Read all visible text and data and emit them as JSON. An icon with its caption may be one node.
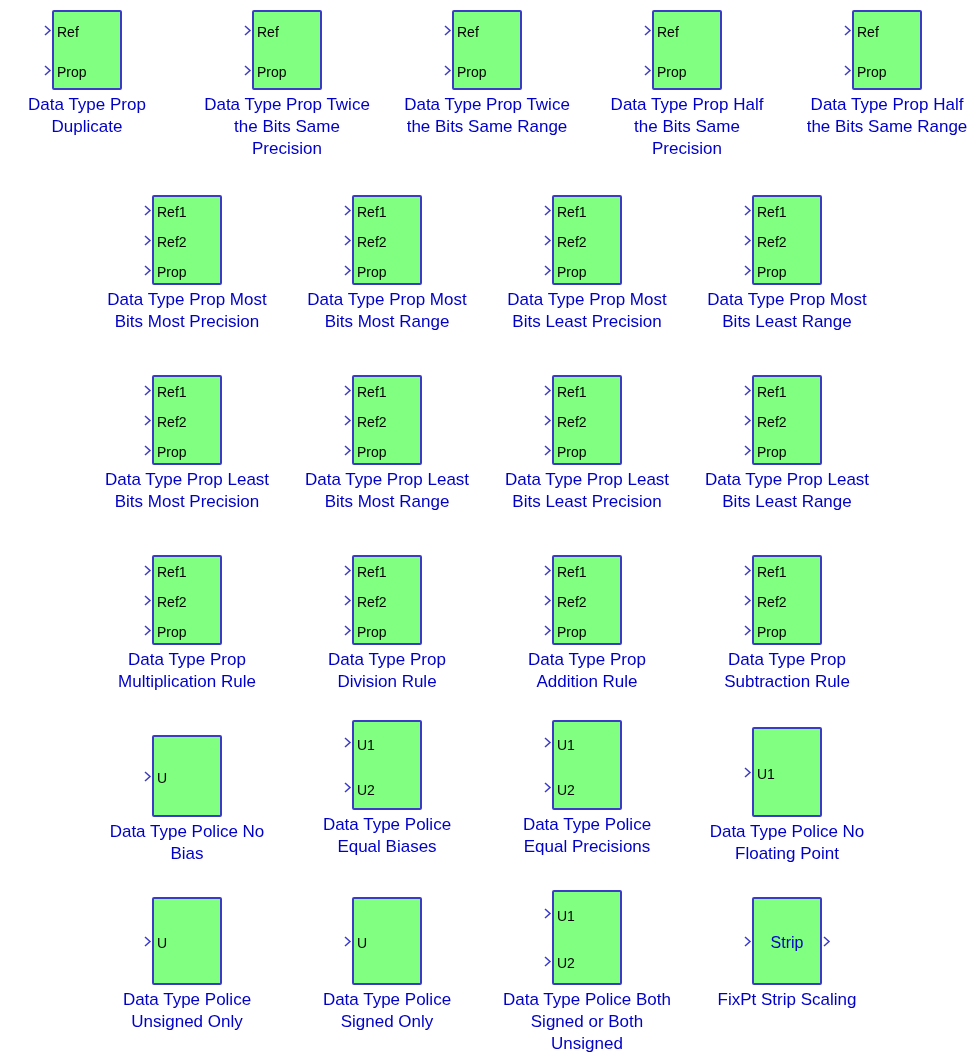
{
  "diagram": {
    "nodes": [
      {
        "text": [
          "Ref",
          "Prop"
        ],
        "beside": [
          "Data Type Prop Duplicate"
        ]
      },
      {
        "text": [
          "Ref",
          "Prop"
        ],
        "beside": [
          "Data Type Prop Twice the Bits Same Precision"
        ]
      },
      {
        "text": [
          "Ref",
          "Prop"
        ],
        "beside": [
          "Data Type Prop Twice the Bits Same Range"
        ]
      },
      {
        "text": [
          "Ref",
          "Prop"
        ],
        "beside": [
          "Data Type Prop Half the Bits Same Precision"
        ]
      },
      {
        "text": [
          "Ref",
          "Prop"
        ],
        "beside": [
          "Data Type Prop Half the Bits Same Range"
        ]
      },
      {
        "text": [
          "Ref1",
          "Ref2",
          "Prop"
        ],
        "beside": [
          "Data Type Prop Most Bits Most Precision"
        ]
      },
      {
        "text": [
          "Ref1",
          "Ref2",
          "Prop"
        ],
        "beside": [
          "Data Type Prop Most Bits Most Range"
        ]
      },
      {
        "text": [
          "Ref1",
          "Ref2",
          "Prop"
        ],
        "beside": [
          "Data Type Prop Most Bits Least Precision"
        ]
      },
      {
        "text": [
          "Ref1",
          "Ref2",
          "Prop"
        ],
        "beside": [
          "Data Type Prop Most Bits Least Range"
        ]
      },
      {
        "text": [
          "Ref1",
          "Ref2",
          "Prop"
        ],
        "beside": [
          "Data Type Prop Least Bits Most Precision"
        ]
      },
      {
        "text": [
          "Ref1",
          "Ref2",
          "Prop"
        ],
        "beside": [
          "Data Type Prop Least Bits Most Range"
        ]
      },
      {
        "text": [
          "Ref1",
          "Ref2",
          "Prop"
        ],
        "beside": [
          "Data Type Prop Least Bits Least Precision"
        ]
      },
      {
        "text": [
          "Ref1",
          "Ref2",
          "Prop"
        ],
        "beside": [
          "Data Type Prop Least Bits Least Range"
        ]
      },
      {
        "text": [
          "Ref1",
          "Ref2",
          "Prop"
        ],
        "beside": [
          "Data Type Prop Multiplication Rule"
        ]
      },
      {
        "text": [
          "Ref1",
          "Ref2",
          "Prop"
        ],
        "beside": [
          "Data Type Prop Division Rule"
        ]
      },
      {
        "text": [
          "Ref1",
          "Ref2",
          "Prop"
        ],
        "beside": [
          "Data Type Prop Addition Rule"
        ]
      },
      {
        "text": [
          "Ref1",
          "Ref2",
          "Prop"
        ],
        "beside": [
          "Data Type Prop Subtraction Rule"
        ]
      },
      {
        "text": [
          "U"
        ],
        "beside": [
          "Data Type Police No Bias"
        ]
      },
      {
        "text": [
          "U1",
          "U2"
        ],
        "beside": [
          "Data Type Police Equal Biases"
        ]
      },
      {
        "text": [
          "U1",
          "U2"
        ],
        "beside": [
          "Data Type Police Equal Precisions"
        ]
      },
      {
        "text": [
          "U1"
        ],
        "beside": [
          "Data Type Police No Floating Point"
        ]
      },
      {
        "text": [
          "U"
        ],
        "beside": [
          "Data Type Police Unsigned Only"
        ]
      },
      {
        "text": [
          "U"
        ],
        "beside": [
          "Data Type Police Signed Only"
        ]
      },
      {
        "text": [
          "U1",
          "U2"
        ],
        "beside": [
          "Data Type Police Both Signed or Both Unsigned"
        ]
      },
      {
        "text": [
          "Strip"
        ],
        "beside": [
          "FixPt Strip Scaling"
        ]
      }
    ]
  }
}
